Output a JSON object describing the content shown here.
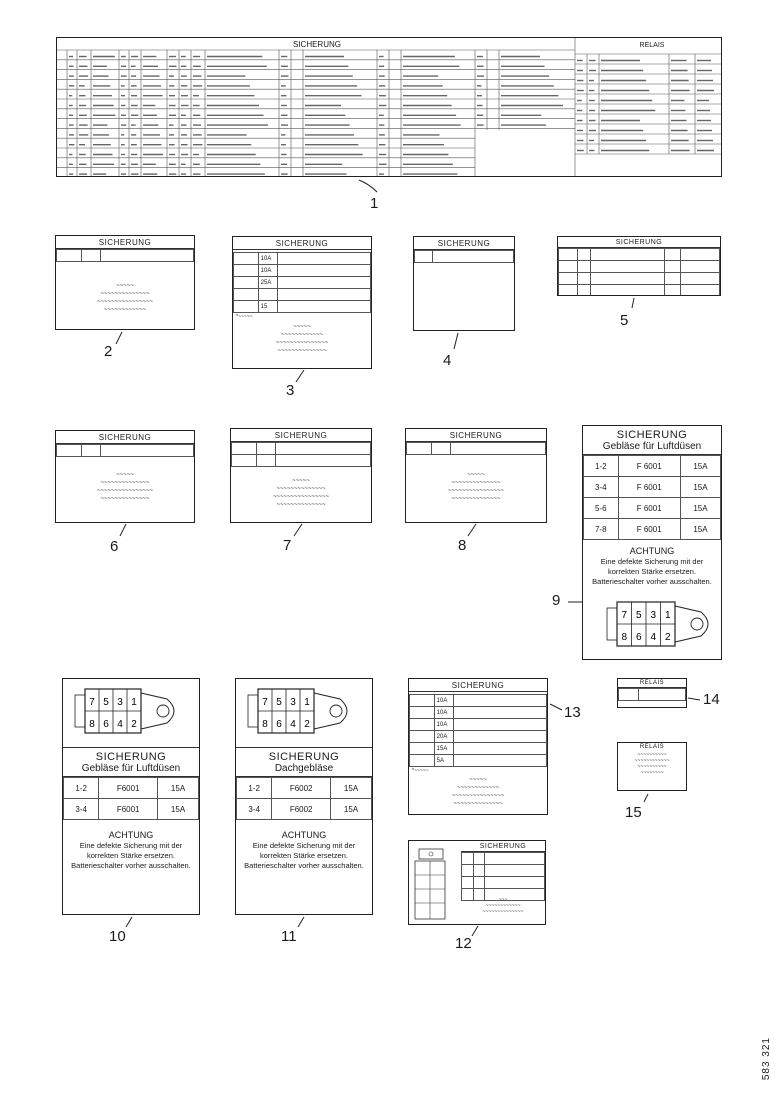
{
  "labels": {
    "l1": {
      "callout": "1",
      "title": "SICHERUNG",
      "relay_title": "RELAIS"
    },
    "l2": {
      "callout": "2",
      "title": "SICHERUNG"
    },
    "l3": {
      "callout": "3",
      "title": "SICHERUNG",
      "rows": [
        {
          "a": "",
          "b": "10A"
        },
        {
          "a": "",
          "b": "10A"
        },
        {
          "a": "",
          "b": "25A"
        },
        {
          "a": "",
          "b": ""
        },
        {
          "a": "",
          "b": "15"
        }
      ]
    },
    "l4": {
      "callout": "4",
      "title": "SICHERUNG"
    },
    "l5": {
      "callout": "5",
      "title": "SICHERUNG"
    },
    "l6": {
      "callout": "6",
      "title": "SICHERUNG"
    },
    "l7": {
      "callout": "7",
      "title": "SICHERUNG"
    },
    "l8": {
      "callout": "8",
      "title": "SICHERUNG"
    },
    "l9": {
      "callout": "9",
      "title": "SICHERUNG",
      "subtitle": "Gebläse für Luftdüsen",
      "rows": [
        {
          "pos": "1-2",
          "part": "F 6001",
          "amp": "15A"
        },
        {
          "pos": "3-4",
          "part": "F 6001",
          "amp": "15A"
        },
        {
          "pos": "5-6",
          "part": "F 6001",
          "amp": "15A"
        },
        {
          "pos": "7-8",
          "part": "F 6001",
          "amp": "15A"
        }
      ],
      "warning_title": "ACHTUNG",
      "warning_text": "Eine defekte Sicherung mit der korrekten Stärke ersetzen. Batterieschalter vorher ausschalten.",
      "slots_top": [
        "7",
        "5",
        "3",
        "1"
      ],
      "slots_bottom": [
        "8",
        "6",
        "4",
        "2"
      ]
    },
    "l10": {
      "callout": "10",
      "title": "SICHERUNG",
      "subtitle": "Gebläse für Luftdüsen",
      "rows": [
        {
          "pos": "1-2",
          "part": "F6001",
          "amp": "15A"
        },
        {
          "pos": "3-4",
          "part": "F6001",
          "amp": "15A"
        }
      ],
      "warning_title": "ACHTUNG",
      "warning_text": "Eine defekte Sicherung mit der korrekten Stärke ersetzen. Batterieschalter vorher ausschalten.",
      "slots_top": [
        "7",
        "5",
        "3",
        "1"
      ],
      "slots_bottom": [
        "8",
        "6",
        "4",
        "2"
      ]
    },
    "l11": {
      "callout": "11",
      "title": "SICHERUNG",
      "subtitle": "Dachgebläse",
      "rows": [
        {
          "pos": "1-2",
          "part": "F6002",
          "amp": "15A"
        },
        {
          "pos": "3-4",
          "part": "F6002",
          "amp": "15A"
        }
      ],
      "warning_title": "ACHTUNG",
      "warning_text": "Eine defekte Sicherung mit der korrekten Stärke ersetzen. Batterieschalter vorher ausschalten.",
      "slots_top": [
        "7",
        "5",
        "3",
        "1"
      ],
      "slots_bottom": [
        "8",
        "6",
        "4",
        "2"
      ]
    },
    "l12": {
      "callout": "12",
      "title": "SICHERUNG"
    },
    "l13": {
      "callout": "13",
      "title": "SICHERUNG",
      "rows": [
        {
          "a": "",
          "b": "10A"
        },
        {
          "a": "",
          "b": "10A"
        },
        {
          "a": "",
          "b": "10A"
        },
        {
          "a": "",
          "b": "20A"
        },
        {
          "a": "",
          "b": "15A"
        },
        {
          "a": "",
          "b": "5A"
        }
      ]
    },
    "l14": {
      "callout": "14",
      "title": "RELAIS"
    },
    "l15": {
      "callout": "15",
      "title": "RELAIS"
    }
  },
  "document_id": "583 321"
}
